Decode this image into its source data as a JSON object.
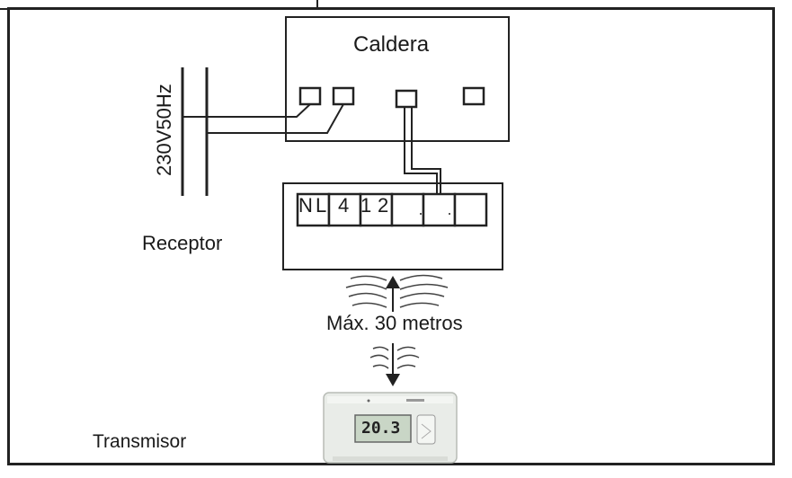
{
  "diagram": {
    "boiler_label": "Caldera",
    "power_label": "230V50Hz",
    "receiver_label": "Receptor",
    "terminal_labels": [
      "N",
      "L",
      "4",
      "1",
      "2"
    ],
    "distance_label": "Máx. 30 metros",
    "transmitter_label": "Transmisor",
    "thermostat_display": "20.3"
  },
  "colors": {
    "line": "#222222",
    "background": "#ffffff",
    "device_body": "#e9ece8",
    "display": "#c9d6c6"
  }
}
